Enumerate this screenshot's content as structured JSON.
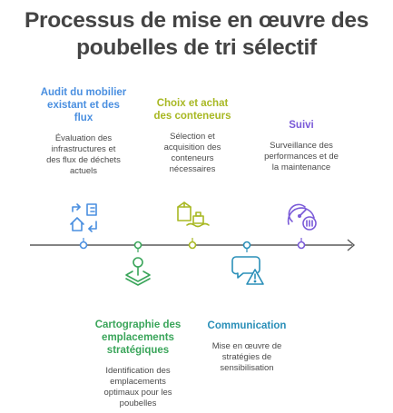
{
  "title": "Processus de mise en œuvre des\npoubelles de tri sélectif",
  "stages": [
    {
      "title": "Audit du mobilier\nexistant et des\nflux",
      "description": "Évaluation des\ninfrastructures et\ndes flux de déchets\nactuels",
      "color": "#4a8fe0",
      "icon": "audit-cycle-icon",
      "position": "top"
    },
    {
      "title": "Cartographie des\nemplacements\nstratégiques",
      "description": "Identification des\nemplacements\noptimaux pour les\npoubelles",
      "color": "#3aa55a",
      "icon": "map-pin-icon",
      "position": "bottom"
    },
    {
      "title": "Choix et achat\ndes conteneurs",
      "description": "Sélection et\nacquisition des\nconteneurs\nnécessaires",
      "color": "#a8b823",
      "icon": "containers-icon",
      "position": "top"
    },
    {
      "title": "Communication",
      "description": "Mise en œuvre de\nstratégies de\nsensibilisation",
      "color": "#2a8fb8",
      "icon": "chat-warning-icon",
      "position": "bottom"
    },
    {
      "title": "Suivi",
      "description": "Surveillance des\nperformances et de\nla maintenance",
      "color": "#7a5ad8",
      "icon": "gauge-icon",
      "position": "top"
    }
  ],
  "timeline_color": "#5a5a5a"
}
